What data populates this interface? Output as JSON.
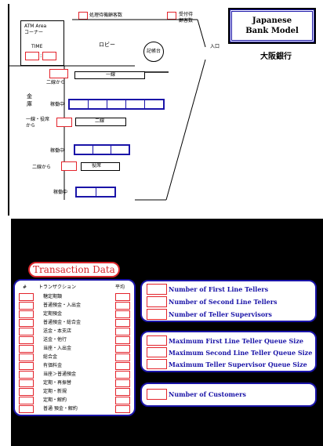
{
  "legend": {
    "waiting_count_label": "処理待機顧客数",
    "served_count_label": "受付待\n顧客数"
  },
  "bank": {
    "title_line1": "Japanese",
    "title_line2": "Bank Model",
    "subtitle": "大阪銀行"
  },
  "floor": {
    "atm_label": "ATM Area\nコーナー",
    "time_label": "TIME",
    "lobby_label": "ロビー",
    "reception_label": "記帳台",
    "entrance_label": "入口",
    "vault_label": "金\n庫",
    "first_line_label": "一線",
    "second_line_label": "二線",
    "supervisor_label": "役席",
    "from_second_line": "二線から",
    "from_first_line": "一線・役席\nから",
    "from_second_line_2": "二線から",
    "active1_label": "稼働中",
    "active2_label": "稼働中",
    "active3_label": "稼働中"
  },
  "transactions": {
    "title": "Transaction Data",
    "col_count": "#",
    "col_type": "トランザクション",
    "col_avg": "平均",
    "items": [
      "糖定期類",
      "普通預金・入出金",
      "定期預金",
      "普通預金・総合金",
      "送金・本支店",
      "送金・他行",
      "当座・入出金",
      "総合金",
      "有価料金",
      "当座＞普通預金",
      "定期・再振替",
      "定期・新規",
      "定期・解約",
      "普通 預金・解約"
    ]
  },
  "parameters": {
    "group1": [
      "Number of First Line Tellers",
      "Number of Second Line Tellers",
      "Number of Teller Supervisors"
    ],
    "group2": [
      "Maximum First Line Teller Queue Size",
      "Maximum Second Line Teller Queue Size",
      "Maximum Teller Supervisor Queue Size"
    ],
    "group3": [
      "Number of Customers"
    ]
  },
  "colors": {
    "blue": "#1a14a8",
    "red": "#e3232b",
    "black": "#000000"
  }
}
